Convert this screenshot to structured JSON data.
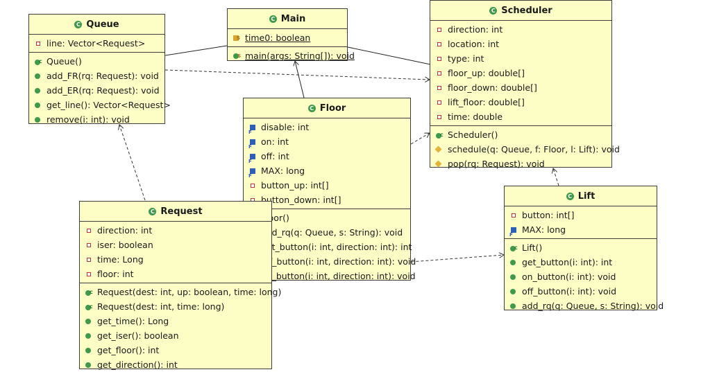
{
  "colors": {
    "class_fill": "#fdfdc6",
    "border": "#3c3c3c",
    "class_icon": "#3e9a4a"
  },
  "classes": {
    "queue": {
      "name": "Queue",
      "attributes": [
        {
          "text": "line: Vector<Request>",
          "kind": "private"
        }
      ],
      "methods": [
        {
          "text": "Queue()",
          "kind": "constructor"
        },
        {
          "text": "add_FR(rq: Request): void",
          "kind": "public"
        },
        {
          "text": "add_ER(rq: Request): void",
          "kind": "public"
        },
        {
          "text": "get_line(): Vector<Request>",
          "kind": "public"
        },
        {
          "text": "remove(i: int): void",
          "kind": "public"
        }
      ]
    },
    "main": {
      "name": "Main",
      "attributes": [
        {
          "text": "time0: boolean",
          "kind": "static-field"
        }
      ],
      "methods": [
        {
          "text": "main(args: String[]): void",
          "kind": "static-method"
        }
      ]
    },
    "scheduler": {
      "name": "Scheduler",
      "attributes": [
        {
          "text": "direction: int",
          "kind": "private"
        },
        {
          "text": "location: int",
          "kind": "private"
        },
        {
          "text": "type: int",
          "kind": "private"
        },
        {
          "text": "floor_up: double[]",
          "kind": "private"
        },
        {
          "text": "floor_down: double[]",
          "kind": "private"
        },
        {
          "text": "lift_floor: double[]",
          "kind": "private"
        },
        {
          "text": "time: double",
          "kind": "private"
        }
      ],
      "methods": [
        {
          "text": "Scheduler()",
          "kind": "constructor"
        },
        {
          "text": "schedule(q: Queue, f: Floor, l: Lift): void",
          "kind": "protected"
        },
        {
          "text": "pop(rq: Request): void",
          "kind": "protected"
        }
      ]
    },
    "floor": {
      "name": "Floor",
      "attributes": [
        {
          "text": "disable: int",
          "kind": "final"
        },
        {
          "text": "on: int",
          "kind": "final"
        },
        {
          "text": "off: int",
          "kind": "final"
        },
        {
          "text": "MAX: long",
          "kind": "final"
        },
        {
          "text": "button_up: int[]",
          "kind": "private"
        },
        {
          "text": "button_down: int[]",
          "kind": "private"
        }
      ],
      "methods": [
        {
          "text": "Floor()",
          "kind": "constructor"
        },
        {
          "text": "add_rq(q: Queue, s: String): void",
          "kind": "protected"
        },
        {
          "text": "get_button(i: int, direction: int): int",
          "kind": "protected"
        },
        {
          "text": "off_button(i: int, direction: int): void",
          "kind": "protected"
        },
        {
          "text": "on_button(i: int, direction: int): void",
          "kind": "protected"
        }
      ]
    },
    "request": {
      "name": "Request",
      "attributes": [
        {
          "text": "direction: int",
          "kind": "private"
        },
        {
          "text": "iser: boolean",
          "kind": "private"
        },
        {
          "text": "time: Long",
          "kind": "private"
        },
        {
          "text": "floor: int",
          "kind": "private"
        }
      ],
      "methods": [
        {
          "text": "Request(dest: int, up: boolean, time: long)",
          "kind": "constructor"
        },
        {
          "text": "Request(dest: int, time: long)",
          "kind": "constructor"
        },
        {
          "text": "get_time(): Long",
          "kind": "public"
        },
        {
          "text": "get_iser(): boolean",
          "kind": "public"
        },
        {
          "text": "get_floor(): int",
          "kind": "public"
        },
        {
          "text": "get_direction(): int",
          "kind": "public"
        }
      ]
    },
    "lift": {
      "name": "Lift",
      "attributes": [
        {
          "text": "button: int[]",
          "kind": "private"
        },
        {
          "text": "MAX: long",
          "kind": "final"
        }
      ],
      "methods": [
        {
          "text": "Lift()",
          "kind": "constructor"
        },
        {
          "text": "get_button(i: int): int",
          "kind": "public"
        },
        {
          "text": "on_button(i: int): void",
          "kind": "public"
        },
        {
          "text": "off_button(i: int): void",
          "kind": "public"
        },
        {
          "text": "add_rq(q: Queue, s: String): void",
          "kind": "public"
        }
      ]
    }
  }
}
